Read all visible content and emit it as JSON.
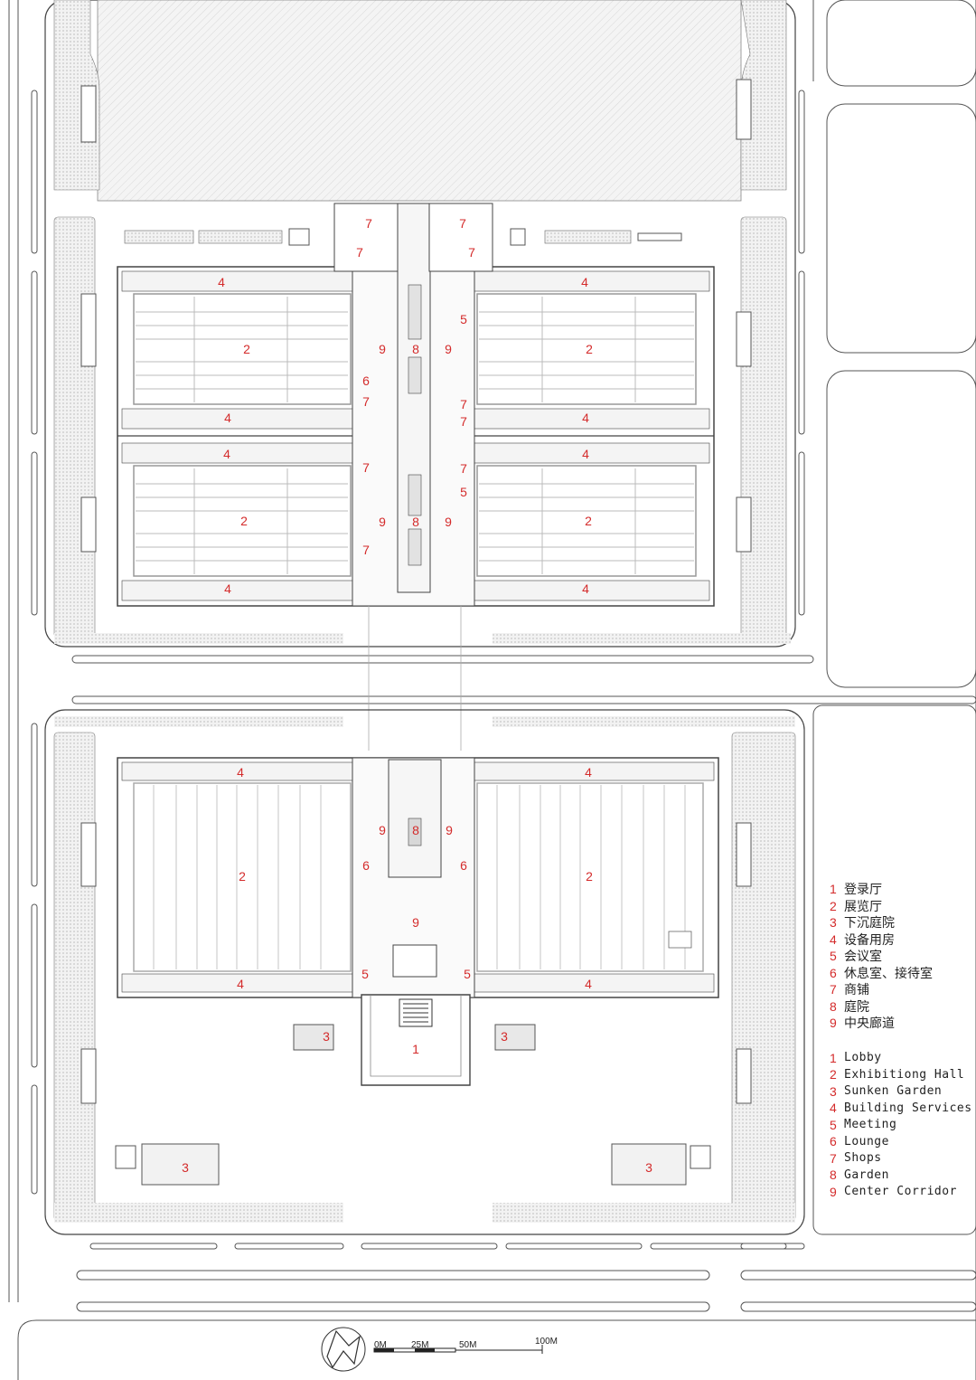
{
  "colors": {
    "accent_red": "#d42b2b",
    "hatch": "#eeeeee",
    "line": "#444444"
  },
  "legend_cn": [
    {
      "num": "1",
      "text": "登录厅"
    },
    {
      "num": "2",
      "text": "展览厅"
    },
    {
      "num": "3",
      "text": "下沉庭院"
    },
    {
      "num": "4",
      "text": "设备用房"
    },
    {
      "num": "5",
      "text": "会议室"
    },
    {
      "num": "6",
      "text": "休息室、接待室"
    },
    {
      "num": "7",
      "text": "商铺"
    },
    {
      "num": "8",
      "text": "庭院"
    },
    {
      "num": "9",
      "text": "中央廊道"
    }
  ],
  "legend_en": [
    {
      "num": "1",
      "text": "Lobby"
    },
    {
      "num": "2",
      "text": "Exhibitiong Hall"
    },
    {
      "num": "3",
      "text": "Sunken Garden"
    },
    {
      "num": "4",
      "text": "Building Services"
    },
    {
      "num": "5",
      "text": "Meeting"
    },
    {
      "num": "6",
      "text": "Lounge"
    },
    {
      "num": "7",
      "text": "Shops"
    },
    {
      "num": "8",
      "text": "Garden"
    },
    {
      "num": "9",
      "text": "Center Corridor"
    }
  ],
  "plan_labels": {
    "n1": "1",
    "n2": "2",
    "n3": "3",
    "n4": "4",
    "n5": "5",
    "n6": "6",
    "n7": "7",
    "n8": "8",
    "n9": "9"
  },
  "scale_bar": {
    "t0": "0M",
    "t25": "25M",
    "t50": "50M",
    "t100": "100M"
  },
  "north_arrow_icon": "north-arrow-icon"
}
